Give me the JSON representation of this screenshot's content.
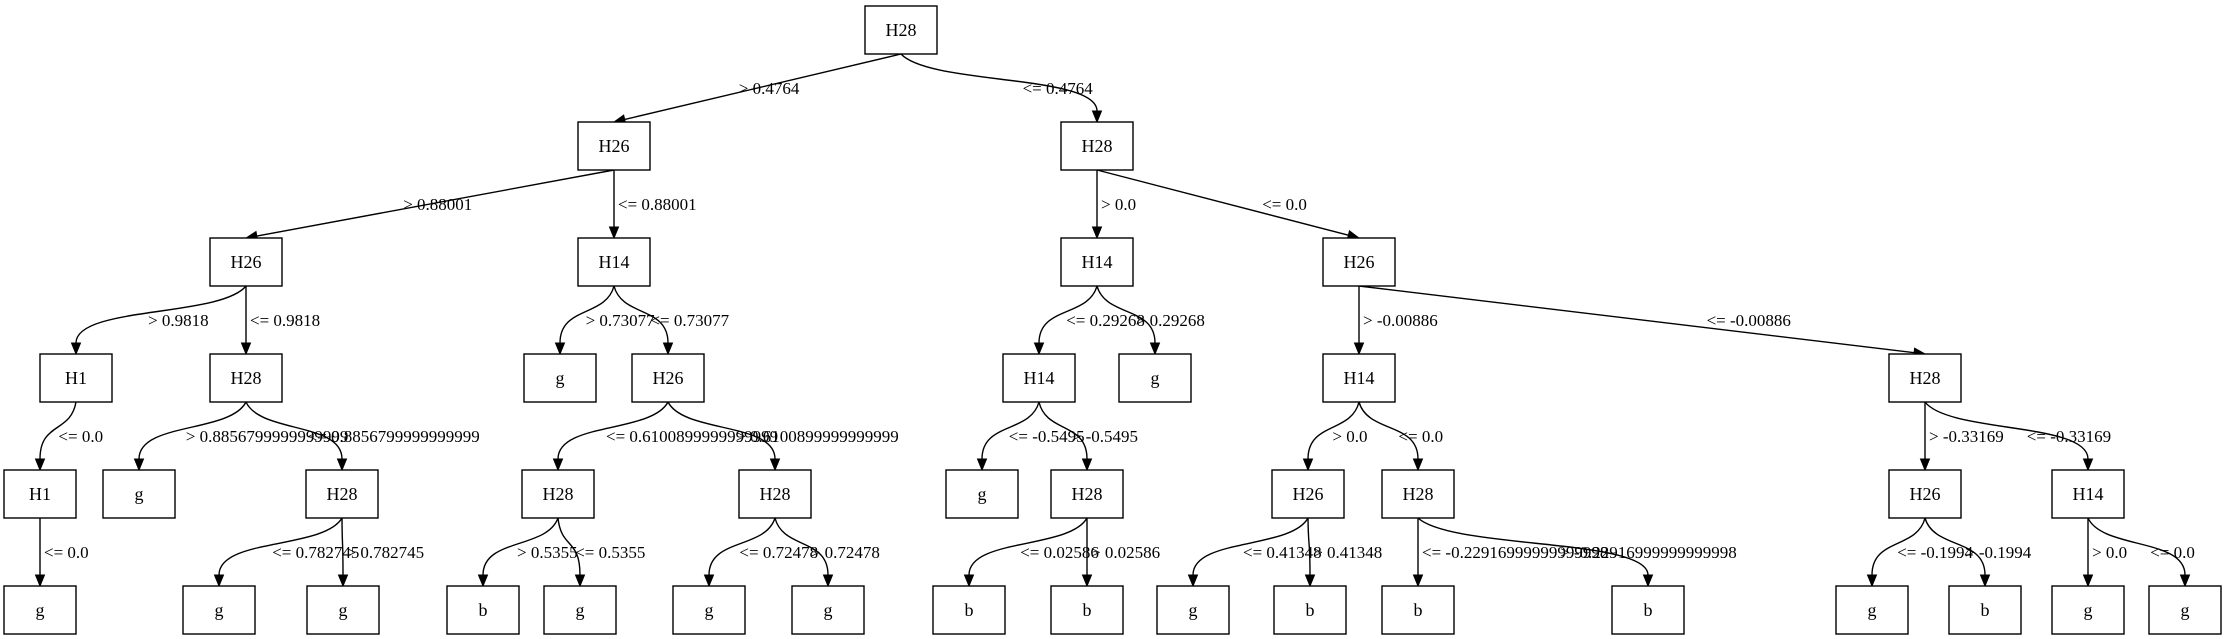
{
  "nodes": {
    "n0": "H28",
    "n1": "H26",
    "n2": "H28",
    "n3": "H26",
    "n4": "H14",
    "n5": "H14",
    "n6": "H26",
    "n7": "H1",
    "n8": "H28",
    "n9": "g",
    "n10": "H26",
    "n11": "H14",
    "n12": "g",
    "n13": "H14",
    "n14": "H28",
    "n15": "H1",
    "n16": "g",
    "n17": "H28",
    "n18": "H28",
    "n19": "H28",
    "n20": "g",
    "n21": "H28",
    "n22": "H26",
    "n23": "H28",
    "n24": "H26",
    "n25": "H14",
    "n26": "g",
    "n27": "g",
    "n28": "g",
    "n29": "b",
    "n30": "g",
    "n31": "g",
    "n32": "g",
    "n33": "b",
    "n34": "b",
    "n35": "g",
    "n36": "b",
    "n37": "b",
    "n38": "b",
    "n39": "g",
    "n40": "b",
    "n41": "g",
    "n42": "g"
  },
  "edges": {
    "e1": "> 0.4764",
    "e2": "<= 0.4764",
    "e3": "> 0.88001",
    "e4": "<= 0.88001",
    "e5": "> 0.0",
    "e6": "<= 0.0",
    "e7": "> 0.9818",
    "e8": "<= 0.9818",
    "e9": "> 0.73077",
    "e10": "<= 0.73077",
    "e11": "<= 0.29268",
    "e12": "> 0.29268",
    "e13": "> -0.00886",
    "e14": "<= -0.00886",
    "e15": "<= 0.0",
    "e16": "> 0.8856799999999999",
    "e17": "<= 0.8856799999999999",
    "e18": "<= 0.6100899999999999",
    "e19": "> 0.6100899999999999",
    "e20": "<= -0.5495",
    "e21": "> -0.5495",
    "e22": "> 0.0",
    "e23": "<= 0.0",
    "e24": "> -0.33169",
    "e25": "<= -0.33169",
    "e26": "<= 0.0",
    "e27": "<= 0.782745",
    "e28": "> 0.782745",
    "e29": "> 0.5355",
    "e30": "<= 0.5355",
    "e31": "<= 0.72478",
    "e32": "> 0.72478",
    "e33": "<= 0.02586",
    "e34": "> 0.02586",
    "e35": "<= 0.41348",
    "e36": "> 0.41348",
    "e37": "<= -0.22916999999999998",
    "e38": "> -0.22916999999999998",
    "e39": "<= -0.1994",
    "e40": "> -0.1994",
    "e41": "> 0.0",
    "e42": "<= 0.0"
  }
}
